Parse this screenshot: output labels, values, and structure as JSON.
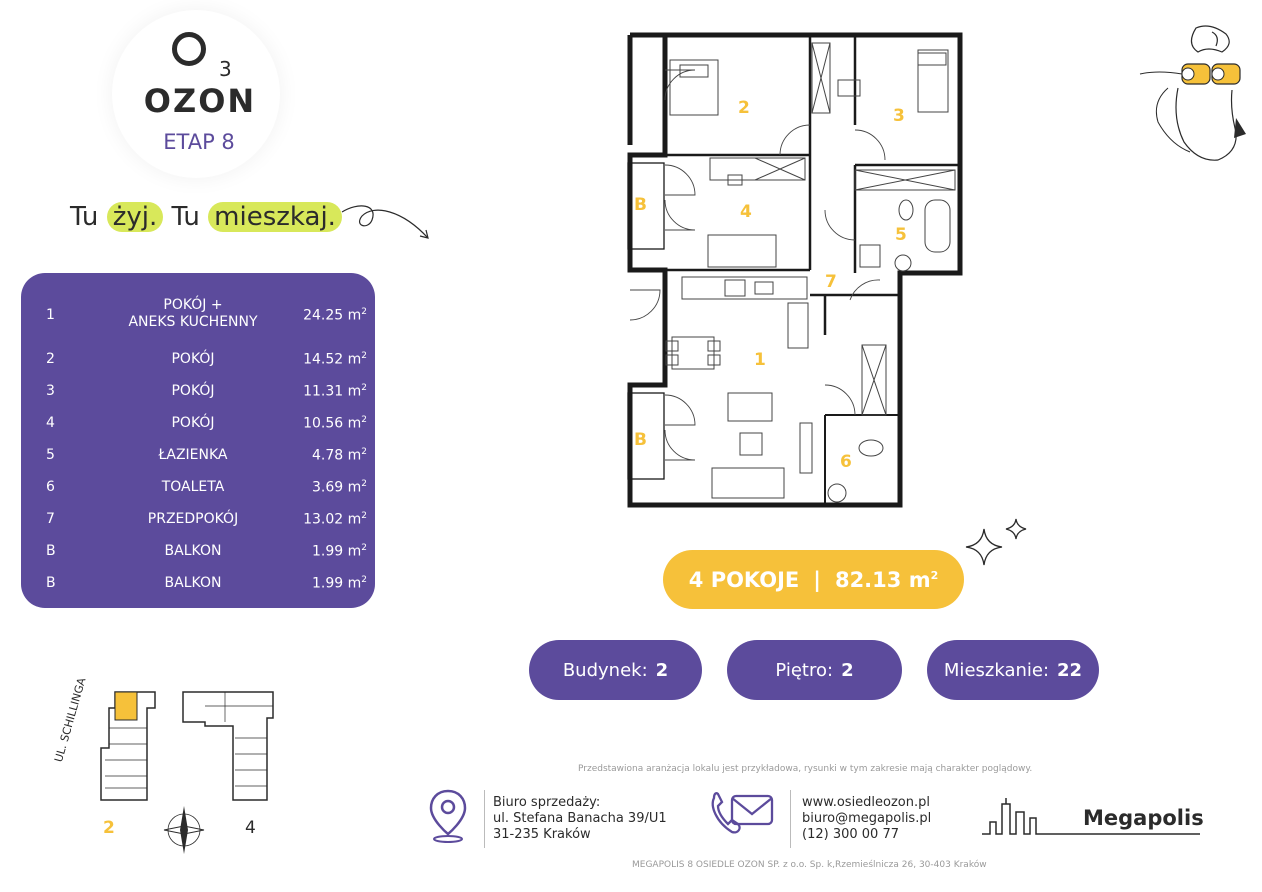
{
  "logo": {
    "mark": "O",
    "sub": "3",
    "name": "OZON",
    "stage": "ETAP 8"
  },
  "slogan": {
    "part1": "Tu",
    "hl1": "żyj.",
    "part2": "Tu",
    "hl2": "mieszkaj."
  },
  "rooms": [
    {
      "num": "1",
      "name_line1": "POKÓJ +",
      "name_line2": "ANEKS KUCHENNY",
      "area": "24.25 m",
      "unit_sup": "2"
    },
    {
      "num": "2",
      "name_line1": "POKÓJ",
      "name_line2": "",
      "area": "14.52 m",
      "unit_sup": "2"
    },
    {
      "num": "3",
      "name_line1": "POKÓJ",
      "name_line2": "",
      "area": "11.31 m",
      "unit_sup": "2"
    },
    {
      "num": "4",
      "name_line1": "POKÓJ",
      "name_line2": "",
      "area": "10.56 m",
      "unit_sup": "2"
    },
    {
      "num": "5",
      "name_line1": "ŁAZIENKA",
      "name_line2": "",
      "area": "4.78 m",
      "unit_sup": "2"
    },
    {
      "num": "6",
      "name_line1": "TOALETA",
      "name_line2": "",
      "area": "3.69 m",
      "unit_sup": "2"
    },
    {
      "num": "7",
      "name_line1": "PRZEDPOKÓJ",
      "name_line2": "",
      "area": "13.02 m",
      "unit_sup": "2"
    },
    {
      "num": "B",
      "name_line1": "BALKON",
      "name_line2": "",
      "area": "1.99 m",
      "unit_sup": "2"
    },
    {
      "num": "B",
      "name_line1": "BALKON",
      "name_line2": "",
      "area": "1.99 m",
      "unit_sup": "2"
    }
  ],
  "floorplan_labels": {
    "r1": "1",
    "r2": "2",
    "r3": "3",
    "r4": "4",
    "r5": "5",
    "r6": "6",
    "r7": "7",
    "b1": "B",
    "b2": "B"
  },
  "summary": {
    "rooms": "4 POKOJE",
    "separator": "|",
    "area": "82.13 m",
    "unit_sup": "2"
  },
  "info": {
    "building_label": "Budynek:",
    "building_value": "2",
    "floor_label": "Piętro:",
    "floor_value": "2",
    "apartment_label": "Mieszkanie:",
    "apartment_value": "22"
  },
  "site_plan": {
    "street": "UL. SCHILLINGA",
    "building_a": "2",
    "building_b": "4"
  },
  "footer": {
    "disclaimer": "Przedstawiona aranżacja lokalu jest przykładowa, rysunki w tym zakresie mają charakter poglądowy.",
    "office_title": "Biuro sprzedaży:",
    "office_street": "ul. Stefana Banacha 39/U1",
    "office_city": "31-235 Kraków",
    "website": "www.osiedleozon.pl",
    "email": "biuro@megapolis.pl",
    "phone": "(12) 300 00 77",
    "developer": "Megapolis",
    "company": "MEGAPOLIS 8 OSIEDLE OZON SP. z o.o. Sp. k,Rzemieślnicza 26, 30-403 Kraków"
  },
  "colors": {
    "purple": "#5c4b9c",
    "yellow": "#f6c13a",
    "lime": "#d8e85a",
    "dark": "#2b2b2b"
  },
  "icons": [
    "location-pin-icon",
    "envelope-phone-icon",
    "compass-icon",
    "sparkle-icon",
    "binoculars-illustration",
    "city-skyline-icon",
    "arrow-swirl-icon"
  ]
}
